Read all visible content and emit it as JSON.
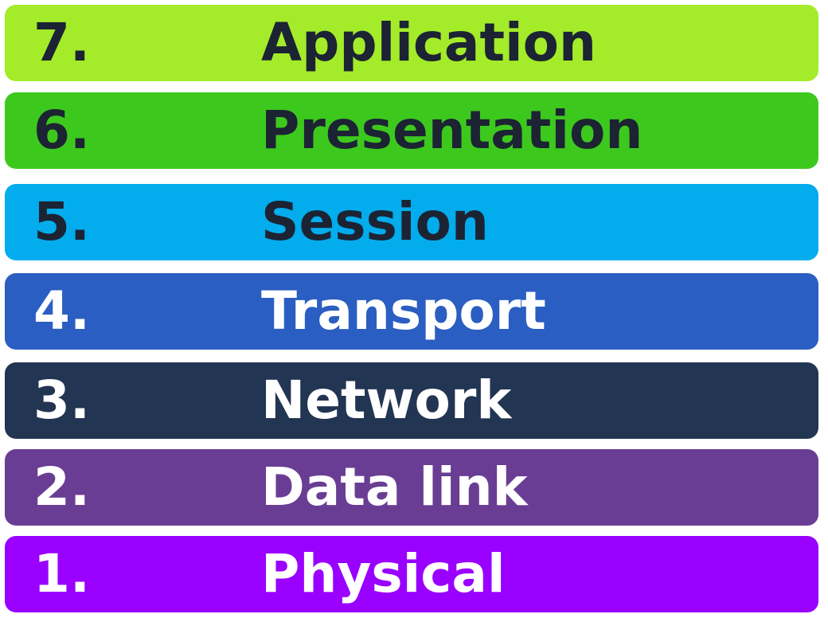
{
  "layers": [
    {
      "number": "7.",
      "name": "Application",
      "color": "#a4eb2a",
      "text_color": "#1c2333"
    },
    {
      "number": "6.",
      "name": "Presentation",
      "color": "#3dc81e",
      "text_color": "#1c2333"
    },
    {
      "number": "5.",
      "name": "Session",
      "color": "#03acec",
      "text_color": "#1c2333"
    },
    {
      "number": "4.",
      "name": "Transport",
      "color": "#2b5ec2",
      "text_color": "#ffffff"
    },
    {
      "number": "3.",
      "name": "Network",
      "color": "#223552",
      "text_color": "#ffffff"
    },
    {
      "number": "2.",
      "name": "Data link",
      "color": "#6a3d94",
      "text_color": "#ffffff"
    },
    {
      "number": "1.",
      "name": "Physical",
      "color": "#9a00ff",
      "text_color": "#ffffff"
    }
  ]
}
